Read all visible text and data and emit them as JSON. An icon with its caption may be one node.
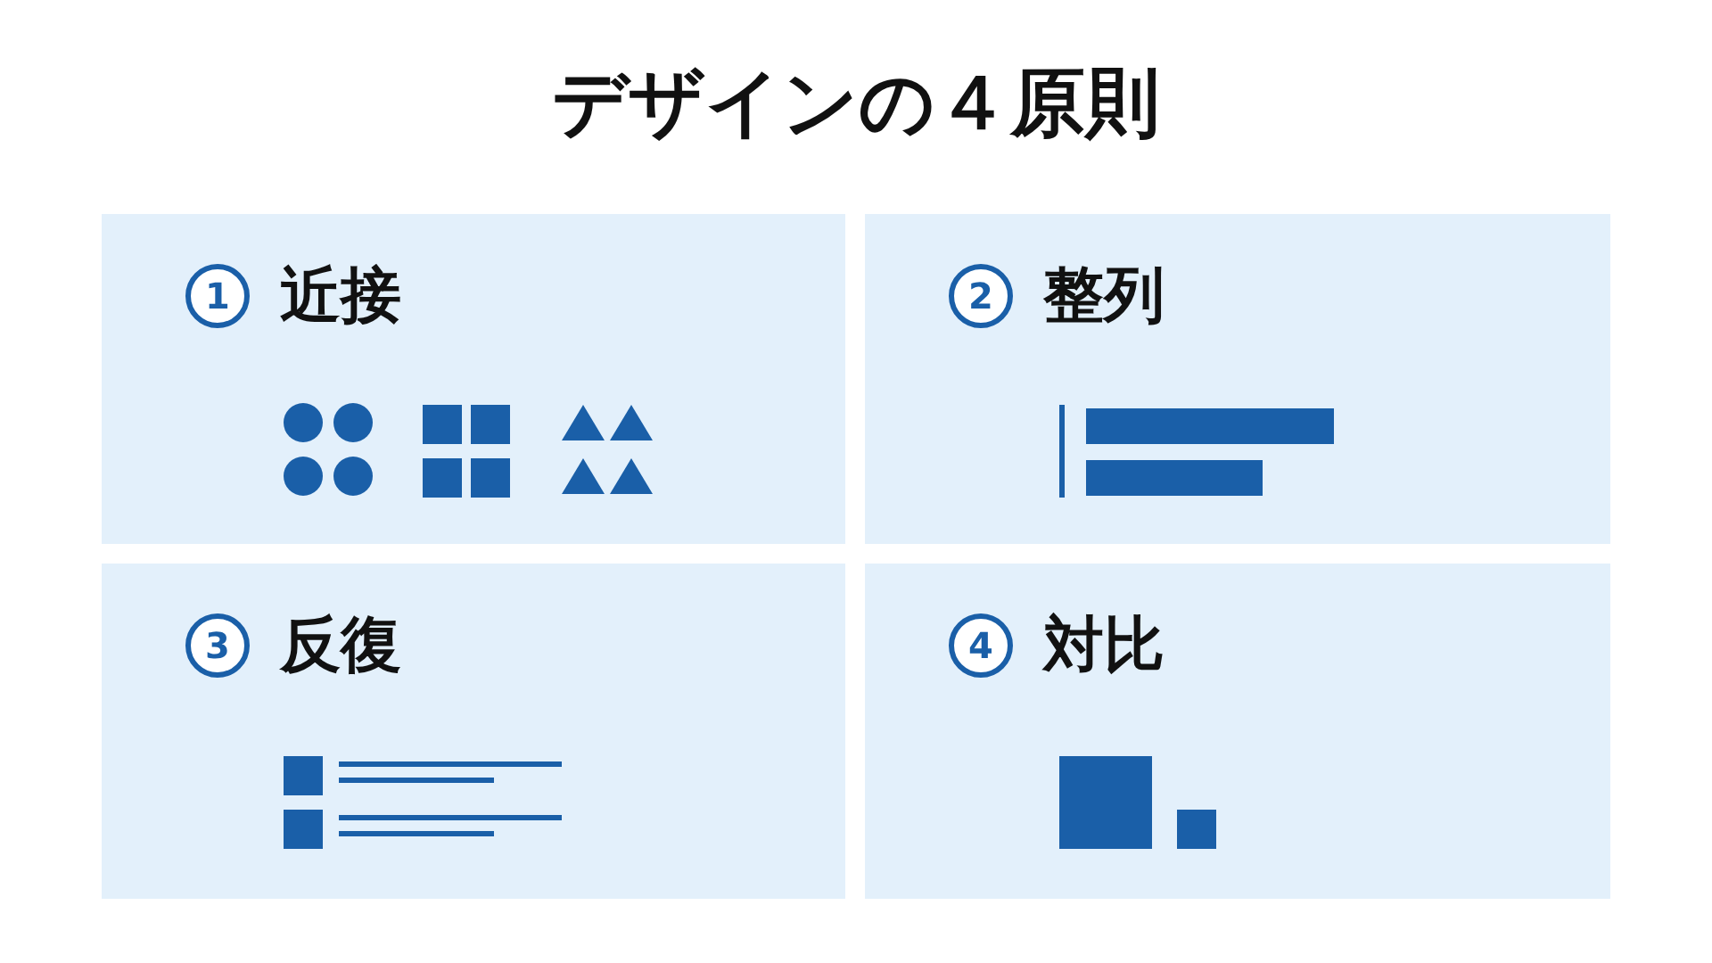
{
  "diagram": {
    "title": "デザインの４原則",
    "nodes": [
      {
        "text": [
          "1",
          "近接"
        ]
      },
      {
        "text": [
          "2",
          "整列"
        ]
      },
      {
        "text": [
          "3",
          "反復"
        ]
      },
      {
        "text": [
          "4",
          "対比"
        ]
      }
    ]
  }
}
